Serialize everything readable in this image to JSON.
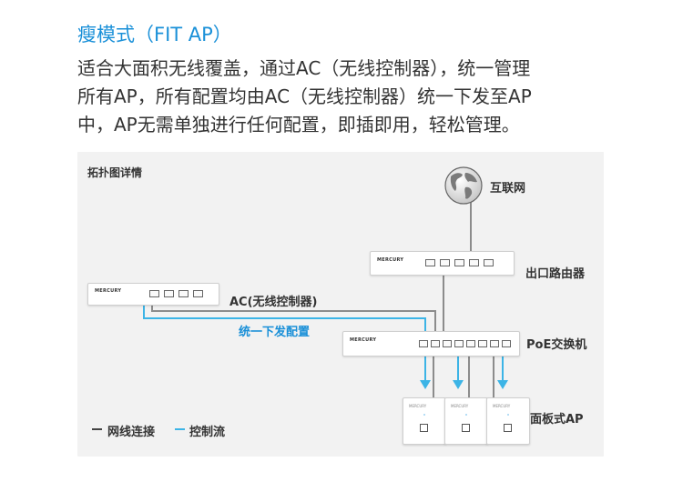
{
  "title": "瘦模式（FIT AP）",
  "description": [
    "适合大面积无线覆盖，通过AC（无线控制器），统一管理",
    "所有AP，所有配置均由AC（无线控制器）统一下发至AP",
    "中，AP无需单独进行任何配置，即插即用，轻松管理。"
  ],
  "diagram": {
    "heading": "拓扑图详情",
    "internet_label": "互联网",
    "router_label": "出口路由器",
    "ac_label": "AC(无线控制器)",
    "config_label": "统一下发配置",
    "switch_label": "PoE交换机",
    "ap_label": "面板式AP",
    "brand": "MERCURY",
    "legend": {
      "cable": "网线连接",
      "control": "控制流"
    }
  },
  "colors": {
    "accent": "#1a90d8",
    "control_flow": "#3cb4e6",
    "cable": "#8c8c8c",
    "text": "#333333",
    "panel": "#f2f2f2"
  }
}
